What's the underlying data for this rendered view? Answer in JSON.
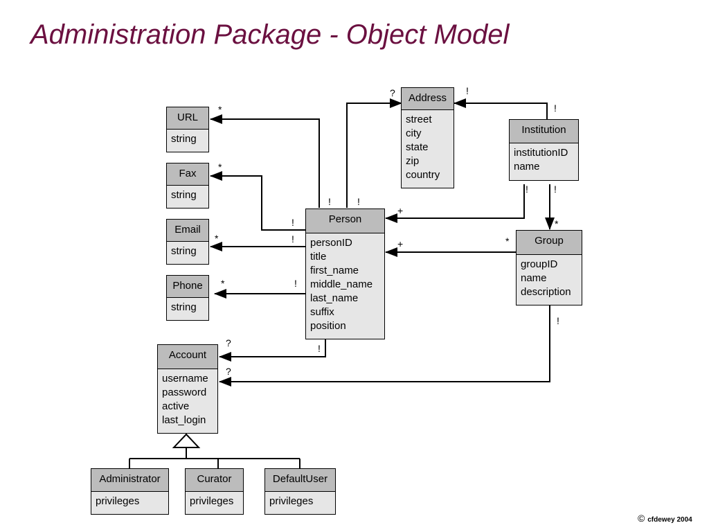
{
  "title": "Administration Package - Object Model",
  "classes": {
    "address": {
      "name": "Address",
      "attributes": [
        "street",
        "city",
        "state",
        "zip",
        "country"
      ]
    },
    "url": {
      "name": "URL",
      "attributes": [
        "string"
      ]
    },
    "fax": {
      "name": "Fax",
      "attributes": [
        "string"
      ]
    },
    "email": {
      "name": "Email",
      "attributes": [
        "string"
      ]
    },
    "phone": {
      "name": "Phone",
      "attributes": [
        "string"
      ]
    },
    "institution": {
      "name": "Institution",
      "attributes": [
        "institutionID",
        "name"
      ]
    },
    "person": {
      "name": "Person",
      "attributes": [
        "personID",
        "title",
        "first_name",
        "middle_name",
        "last_name",
        "suffix",
        "position"
      ]
    },
    "group": {
      "name": "Group",
      "attributes": [
        "groupID",
        "name",
        "description"
      ]
    },
    "account": {
      "name": "Account",
      "attributes": [
        "username",
        "password",
        "active",
        "last_login"
      ]
    },
    "administrator": {
      "name": "Administrator",
      "attributes": [
        "privileges"
      ]
    },
    "curator": {
      "name": "Curator",
      "attributes": [
        "privileges"
      ]
    },
    "defaultuser": {
      "name": "DefaultUser",
      "attributes": [
        "privileges"
      ]
    }
  },
  "multiplicities": {
    "address_left": "?",
    "address_right": "!",
    "institution_top": "!",
    "url": "*",
    "fax": "*",
    "email": "*",
    "phone": "*",
    "person_top_left": "!",
    "person_top_right": "!",
    "person_fax": "!",
    "person_email": "!",
    "person_phone": "!",
    "person_plus_top": "+",
    "person_plus_group": "+",
    "institution_bottom_left": "!",
    "institution_bottom_right": "!",
    "group_top": "*",
    "group_left": "*",
    "group_bottom": "!",
    "account_top": "?",
    "account_bottom": "?",
    "person_account": "!"
  },
  "copyright": {
    "symbol": "©",
    "holder": "cfdewey 2004"
  }
}
